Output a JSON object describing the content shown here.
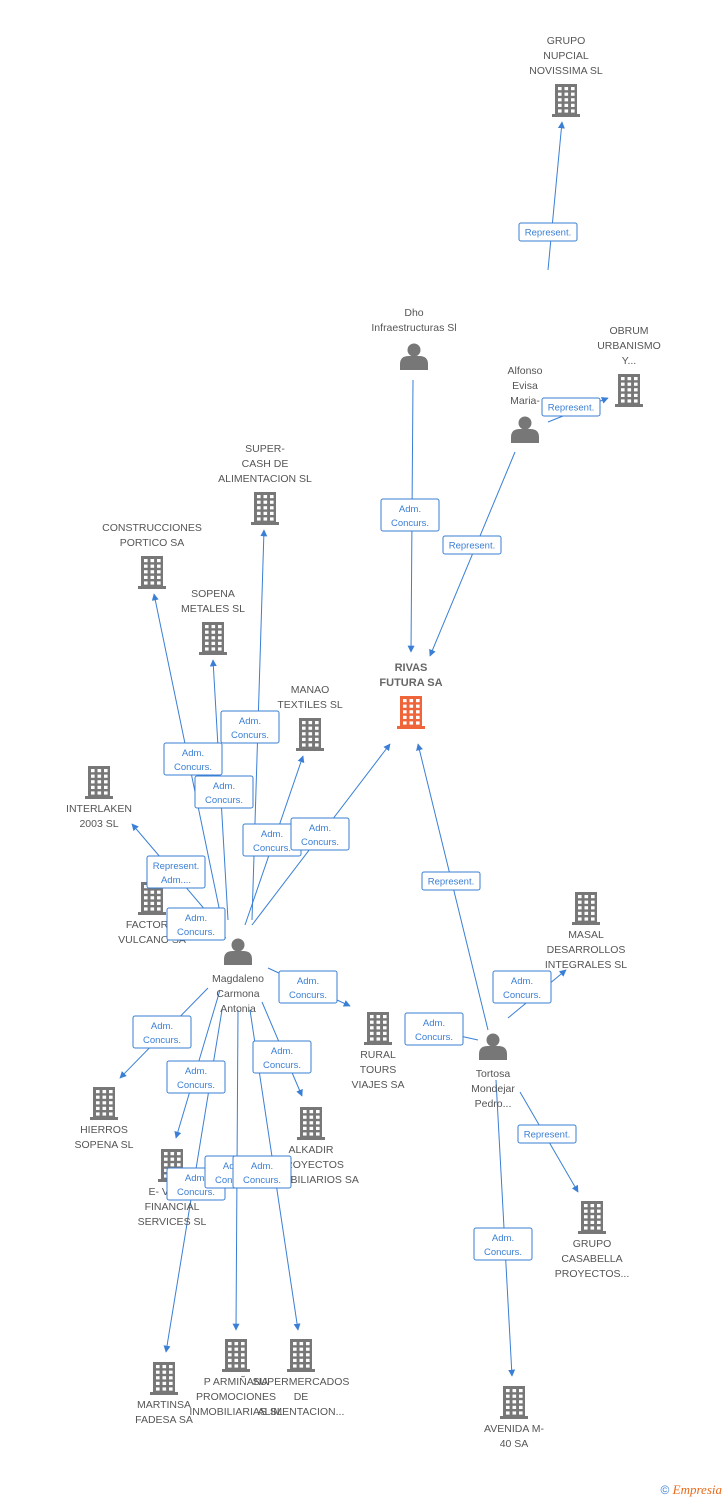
{
  "colors": {
    "edge": "#3a7fd5",
    "company": "#777777",
    "main_company": "#f0643a",
    "person": "#777777"
  },
  "footer": {
    "copyright": "©",
    "brand": "Empresia"
  },
  "nodes": [
    {
      "id": "grupo_nupcial",
      "kind": "company",
      "label": [
        "GRUPO",
        "NUPCIAL",
        "NOVISSIMA  SL"
      ]
    },
    {
      "id": "dho",
      "kind": "person",
      "label": [
        "Dho",
        "Infraestructuras Sl"
      ]
    },
    {
      "id": "obrum",
      "kind": "company",
      "label": [
        "OBRUM",
        "URBANISMO",
        "Y..."
      ]
    },
    {
      "id": "alfonso",
      "kind": "person",
      "label": [
        "Alfonso",
        "Evisa",
        "Maria-"
      ]
    },
    {
      "id": "supercash",
      "kind": "company",
      "label": [
        "SUPER-",
        "CASH DE",
        "ALIMENTACION SL"
      ]
    },
    {
      "id": "construcciones",
      "kind": "company",
      "label": [
        "CONSTRUCCIONES",
        "PORTICO SA"
      ]
    },
    {
      "id": "sopena_metales",
      "kind": "company",
      "label": [
        "SOPENA",
        "METALES  SL"
      ]
    },
    {
      "id": "rivas",
      "kind": "main",
      "label": [
        "RIVAS",
        "FUTURA SA"
      ]
    },
    {
      "id": "manao",
      "kind": "company",
      "label": [
        "MANAO",
        "TEXTILES SL"
      ]
    },
    {
      "id": "interlaken",
      "kind": "company",
      "label": [
        "INTERLAKEN",
        "2003 SL"
      ]
    },
    {
      "id": "factoria",
      "kind": "company",
      "label": [
        "FACTORIA",
        "VULCANO SA"
      ]
    },
    {
      "id": "magdaleno",
      "kind": "person",
      "label": [
        "Magdaleno",
        "Carmona",
        "Antonia"
      ]
    },
    {
      "id": "masal",
      "kind": "company",
      "label": [
        "MASAL",
        "DESARROLLOS",
        "INTEGRALES SL"
      ]
    },
    {
      "id": "rural",
      "kind": "company",
      "label": [
        "RURAL",
        "TOURS",
        "VIAJES SA"
      ]
    },
    {
      "id": "tortosa",
      "kind": "person",
      "label": [
        "Tortosa",
        "Mondejar",
        "Pedro..."
      ]
    },
    {
      "id": "hierros",
      "kind": "company",
      "label": [
        "HIERROS",
        "SOPENA SL"
      ]
    },
    {
      "id": "alkadir",
      "kind": "company",
      "label": [
        "ALKADIR",
        "PROYECTOS",
        "INMOBILIARIOS SA"
      ]
    },
    {
      "id": "evalue",
      "kind": "company",
      "label": [
        "E- VALUE",
        "FINANCIAL",
        "SERVICES SL"
      ]
    },
    {
      "id": "grupo_casabella",
      "kind": "company",
      "label": [
        "GRUPO",
        "CASABELLA",
        "PROYECTOS..."
      ]
    },
    {
      "id": "martinsa",
      "kind": "company",
      "label": [
        "MARTINSA",
        "FADESA SA"
      ]
    },
    {
      "id": "parminana",
      "kind": "company",
      "label": [
        "P ARMIÑANA",
        "PROMOCIONES",
        "INMOBILIARIAS SL"
      ]
    },
    {
      "id": "supermercados",
      "kind": "company",
      "label": [
        "SUPERMERCADOS",
        "DE",
        "ALIMENTACION..."
      ]
    },
    {
      "id": "avenida",
      "kind": "company",
      "label": [
        "AVENIDA M-",
        "40 SA"
      ]
    }
  ],
  "edges": [
    {
      "from": "alfonso",
      "to": "grupo_nupcial",
      "label": [
        "Represent."
      ]
    },
    {
      "from": "alfonso",
      "to": "obrum",
      "label": [
        "Represent."
      ]
    },
    {
      "from": "dho",
      "to": "rivas",
      "label": [
        "Adm.",
        "Concurs."
      ]
    },
    {
      "from": "alfonso",
      "to": "rivas",
      "label": [
        "Represent."
      ]
    },
    {
      "from": "magdaleno",
      "to": "supercash",
      "label": [
        "Adm.",
        "Concurs."
      ]
    },
    {
      "from": "magdaleno",
      "to": "construcciones",
      "label": [
        "Adm.",
        "Concurs."
      ]
    },
    {
      "from": "magdaleno",
      "to": "sopena_metales",
      "label": [
        "Adm.",
        "Concurs."
      ]
    },
    {
      "from": "magdaleno",
      "to": "manao",
      "label": [
        "Adm.",
        "Concurs."
      ]
    },
    {
      "from": "magdaleno",
      "to": "rivas",
      "label": [
        "Adm.",
        "Concurs."
      ]
    },
    {
      "from": "magdaleno",
      "to": "interlaken",
      "label": [
        "Represent.",
        "Adm...."
      ]
    },
    {
      "from": "magdaleno",
      "to": "factoria",
      "label": [
        "Adm.",
        "Concurs."
      ]
    },
    {
      "from": "tortosa",
      "to": "rivas",
      "label": [
        "Adm.",
        "Concurs."
      ]
    },
    {
      "from": "tortosa",
      "to": "masal",
      "label": [
        "Represent."
      ]
    },
    {
      "from": "magdaleno",
      "to": "rural",
      "label": [
        "Adm.",
        "Concurs."
      ]
    },
    {
      "from": "tortosa",
      "to": "rural",
      "label": [
        "Adm.",
        "Concurs."
      ]
    },
    {
      "from": "magdaleno",
      "to": "hierros",
      "label": [
        "Adm.",
        "Concurs."
      ]
    },
    {
      "from": "magdaleno",
      "to": "evalue",
      "label": [
        "Adm.",
        "Concurs."
      ]
    },
    {
      "from": "magdaleno",
      "to": "alkadir",
      "label": [
        "Adm.",
        "Concurs."
      ]
    },
    {
      "from": "tortosa",
      "to": "grupo_casabella",
      "label": [
        "Represent."
      ]
    },
    {
      "from": "magdaleno",
      "to": "martinsa",
      "label": [
        "Adm.",
        "Concurs."
      ]
    },
    {
      "from": "magdaleno",
      "to": "parminana",
      "label": [
        "Adm.",
        "Concurs."
      ]
    },
    {
      "from": "magdaleno",
      "to": "supermercados",
      "label": [
        "Adm.",
        "Concurs."
      ]
    },
    {
      "from": "tortosa",
      "to": "avenida",
      "label": [
        "Adm.",
        "Concurs."
      ]
    }
  ]
}
